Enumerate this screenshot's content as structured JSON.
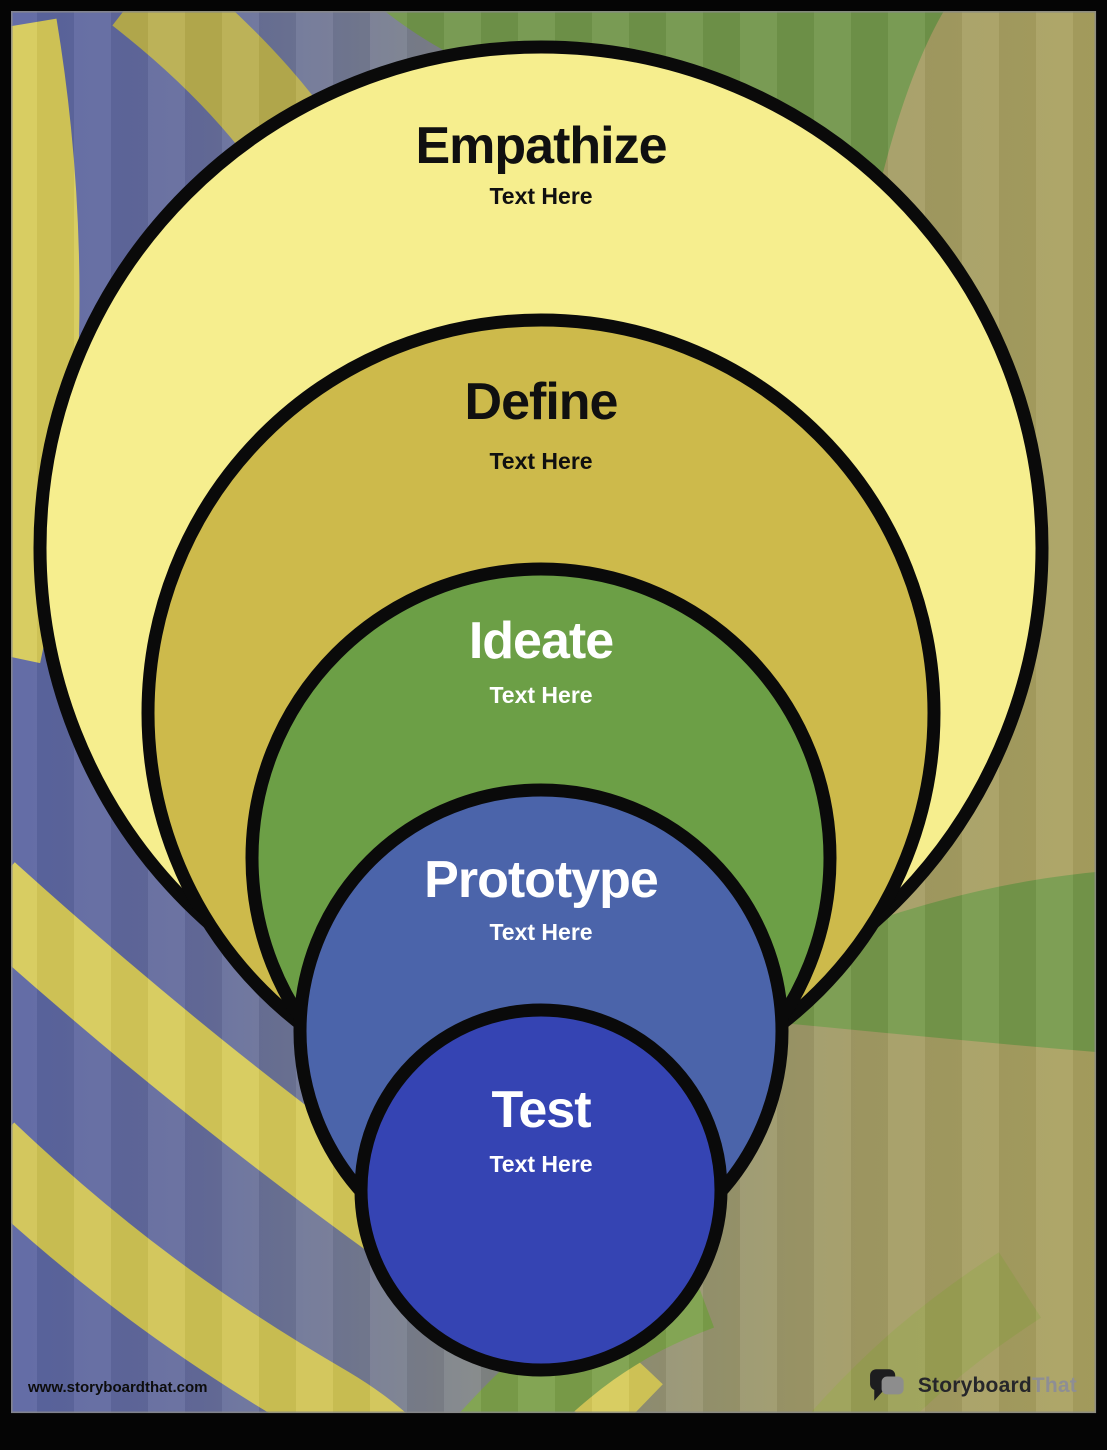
{
  "poster": {
    "stages": [
      {
        "name": "Empathize",
        "subtitle": "Text Here",
        "fill": "#F6EE8E",
        "text_color": "#101010"
      },
      {
        "name": "Define",
        "subtitle": "Text Here",
        "fill": "#CDBA4B",
        "text_color": "#101010"
      },
      {
        "name": "Ideate",
        "subtitle": "Text Here",
        "fill": "#6C9F46",
        "text_color": "#FFFFFF"
      },
      {
        "name": "Prototype",
        "subtitle": "Text Here",
        "fill": "#4B64AA",
        "text_color": "#FFFFFF"
      },
      {
        "name": "Test",
        "subtitle": "Text Here",
        "fill": "#3544B3",
        "text_color": "#FFFFFF"
      }
    ],
    "footer": {
      "website": "www.storyboardthat.com",
      "logo": {
        "primary": "Storyboard",
        "secondary": "That",
        "primary_color": "#26262A",
        "secondary_color": "#8E8E94"
      }
    },
    "background": {
      "left_color": "#5A64A2",
      "right_color": "#AAA25F",
      "stripe_yellow": "#D6CA59",
      "swath_green": "#71954A",
      "outline_color": "#0A0A0A",
      "frame_color": "#050505"
    }
  }
}
